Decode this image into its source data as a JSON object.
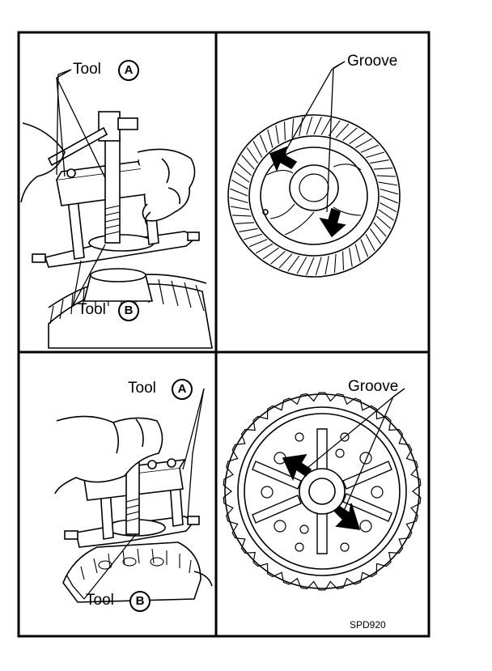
{
  "panels": {
    "top_left": {
      "tool_a_label": "Tool",
      "tool_a_letter": "A",
      "tool_b_label": "Tool",
      "tool_b_letter": "B"
    },
    "top_right": {
      "groove_label": "Groove"
    },
    "bottom_left": {
      "tool_a_label": "Tool",
      "tool_a_letter": "A",
      "tool_b_label": "Tool",
      "tool_b_letter": "B"
    },
    "bottom_right": {
      "groove_label": "Groove"
    }
  },
  "figure_code": "SPD920"
}
